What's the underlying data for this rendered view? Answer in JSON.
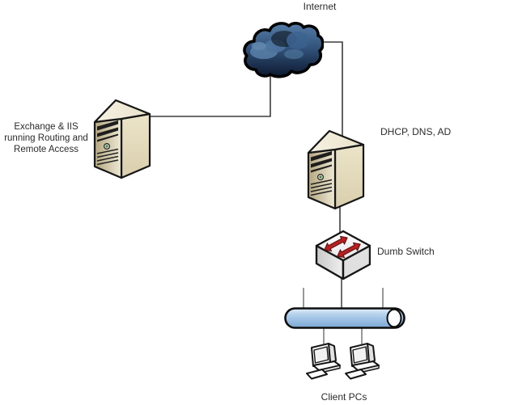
{
  "diagram": {
    "type": "network-diagram",
    "background_color": "#ffffff",
    "labels": {
      "internet": "Internet",
      "exchange_server": [
        "Exchange & IIS",
        "running Routing and",
        "Remote Access"
      ],
      "dhcp_server": "DHCP, DNS, AD",
      "switch": "Dumb Switch",
      "client_pcs": "Client PCs"
    },
    "nodes": [
      {
        "id": "internet-cloud",
        "icon": "cloud-icon",
        "label": "Internet"
      },
      {
        "id": "exchange-server",
        "icon": "server-icon",
        "label": "Exchange & IIS running Routing and Remote Access"
      },
      {
        "id": "dhcp-server",
        "icon": "server-icon",
        "label": "DHCP, DNS, AD"
      },
      {
        "id": "dumb-switch",
        "icon": "switch-icon",
        "label": "Dumb Switch"
      },
      {
        "id": "ethernet-bus",
        "icon": "ethernet-segment-icon",
        "label": ""
      },
      {
        "id": "client-pc-1",
        "icon": "pc-icon",
        "label": "Client PCs"
      },
      {
        "id": "client-pc-2",
        "icon": "pc-icon",
        "label": "Client PCs"
      }
    ],
    "connections": [
      {
        "from": "exchange-server",
        "to": "internet-cloud"
      },
      {
        "from": "internet-cloud",
        "to": "dhcp-server"
      },
      {
        "from": "dhcp-server",
        "to": "dumb-switch"
      },
      {
        "from": "dumb-switch",
        "to": "ethernet-bus"
      },
      {
        "from": "ethernet-bus",
        "to": "client-pc-1"
      },
      {
        "from": "ethernet-bus",
        "to": "client-pc-2"
      }
    ],
    "colors": {
      "cloud_top": "#547ca6",
      "cloud_bottom": "#0d1930",
      "server_body": "#e8dfc1",
      "switch_arrows": "#b4201f",
      "bus_fill": "#a9c9e8",
      "connector_dark": "#3c3c3c",
      "connector_gray": "#7e7e7e",
      "outline": "#000000",
      "text": "#2b2b2b"
    }
  }
}
